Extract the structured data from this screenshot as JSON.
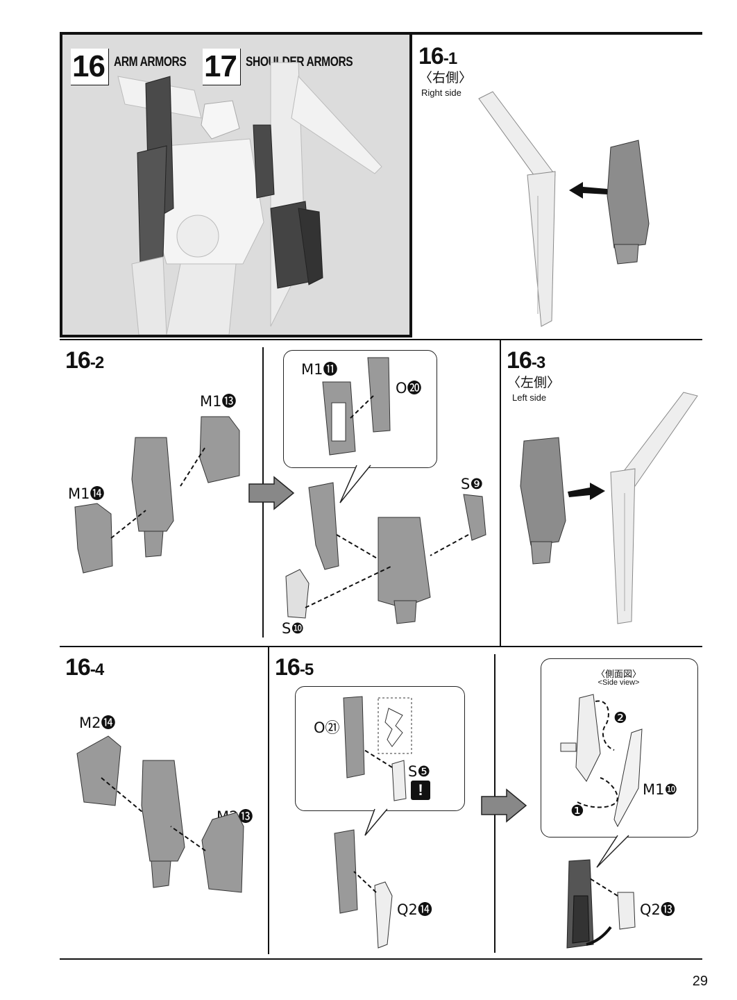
{
  "header": {
    "section_a": {
      "number": "16",
      "title": "ARM ARMORS"
    },
    "section_b": {
      "number": "17",
      "title": "SHOULDER ARMORS"
    }
  },
  "steps": {
    "s16_1": {
      "main": "16",
      "sub": "-1",
      "side_jp": "〈右側〉",
      "side_en": "Right side"
    },
    "s16_2": {
      "main": "16",
      "sub": "-2",
      "parts": [
        "M1⓭",
        "M1⓮",
        "M1⓫",
        "O⓴",
        "S❾",
        "S❿"
      ]
    },
    "s16_3": {
      "main": "16",
      "sub": "-3",
      "side_jp": "〈左側〉",
      "side_en": "Left side"
    },
    "s16_4": {
      "main": "16",
      "sub": "-4",
      "parts": [
        "M2⓮",
        "M2⓭"
      ]
    },
    "s16_5": {
      "main": "16",
      "sub": "-5",
      "parts": [
        "O㉑",
        "S❺",
        "Q2⓮",
        "M1❿",
        "Q2⓭"
      ],
      "side_view_jp": "〈側面図〉",
      "side_view_en": "<Side view>",
      "order_marks": [
        "❶",
        "❷"
      ],
      "caution": "!"
    }
  },
  "page_number": "29",
  "colors": {
    "ink": "#111111",
    "dark_part": "#4a4a4a",
    "mid_part": "#9a9a9a",
    "light_part": "#e6e6e6",
    "panel_bg": "#dcdcdc"
  }
}
